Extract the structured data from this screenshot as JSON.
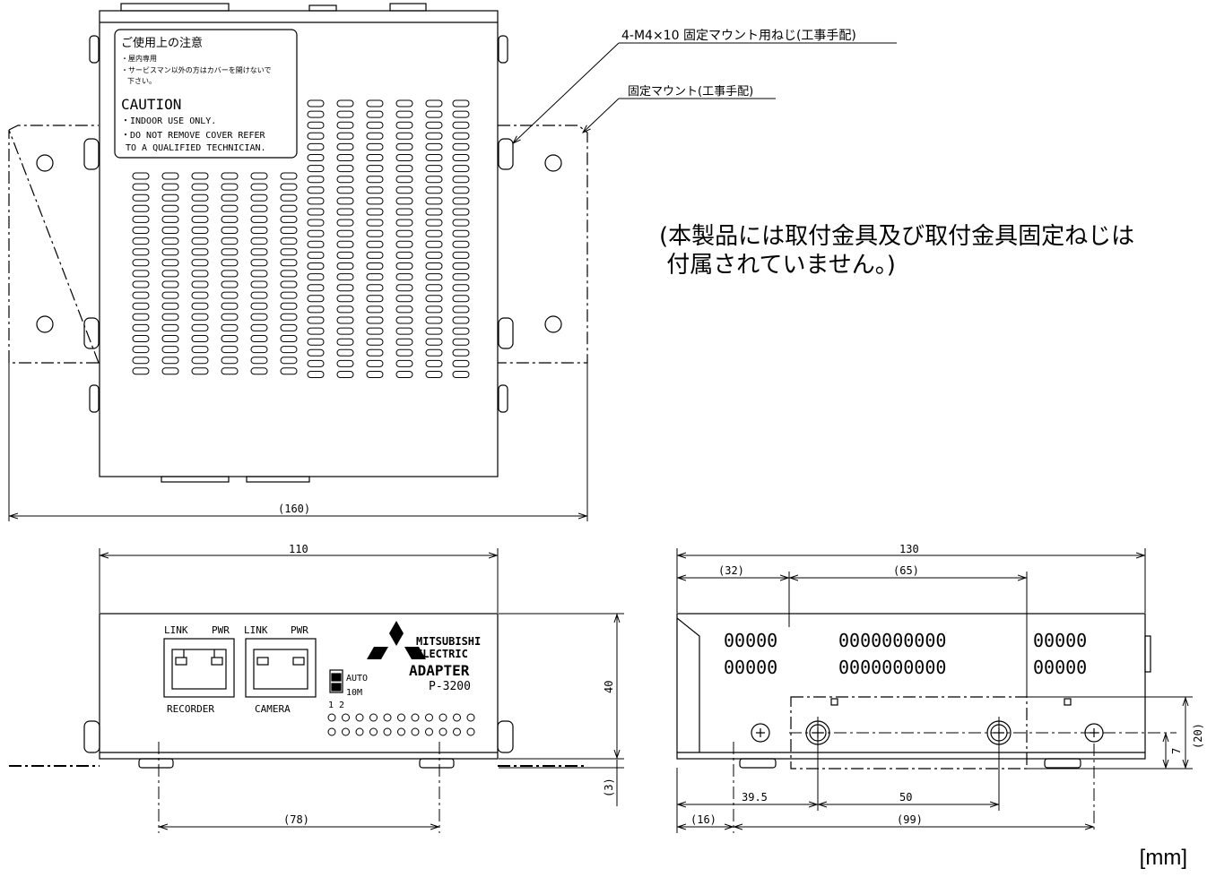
{
  "caution_label": {
    "title": "ご使用上の注意",
    "line1": "・屋内専用",
    "line2": "・サービスマン以外の方はカバーを開けないで",
    "line3": "下さい。",
    "caution": "CAUTION",
    "en1": "・INDOOR USE ONLY.",
    "en2": "・DO NOT REMOVE COVER REFER",
    "en3": "TO A QUALIFIED TECHNICIAN."
  },
  "callouts": {
    "screw": "4-M4×10 固定マウント用ねじ(工事手配)",
    "mount": "固定マウント(工事手配)"
  },
  "note": "(本製品には取付金具及び取付金具固定ねじは\n 付属されていません。)",
  "dimensions": {
    "top_width": "(160)",
    "front_width": "110",
    "front_height": "40",
    "front_foot": "(3)",
    "front_hole_pitch": "(78)",
    "side_width": "130",
    "side_32": "(32)",
    "side_65": "(65)",
    "side_20": "(20)",
    "side_7": "7",
    "side_39_5": "39.5",
    "side_50": "50",
    "side_16": "(16)",
    "side_99": "(99)"
  },
  "front_panel": {
    "link1": "LINK",
    "pwr1": "PWR",
    "link2": "LINK",
    "pwr2": "PWR",
    "recorder": "RECORDER",
    "camera": "CAMERA",
    "auto": "AUTO",
    "ten_m": "10M",
    "switch_nums": "1 2",
    "brand1": "MITSUBISHI",
    "brand2": "ELECTRIC",
    "product": "ADAPTER",
    "model": "P-3200"
  },
  "side_panel": {
    "vent_row_left": "00000",
    "vent_row_mid": "0000000000",
    "vent_row_right": "00000"
  },
  "unit": "[mm]"
}
